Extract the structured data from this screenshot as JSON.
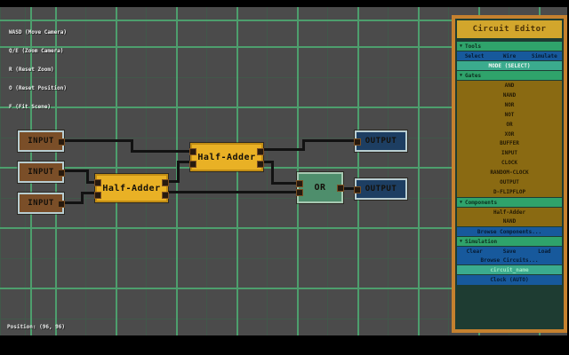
{
  "overlay": {
    "help_lines": [
      "WASD (Move Camera)",
      "Q/E (Zoom Camera)",
      "R (Reset Zoom)",
      "O (Reset Position)",
      "F (Fit Scene)"
    ],
    "position_label": "Position: (96, 96)"
  },
  "canvas": {
    "nodes": [
      {
        "id": "input-1",
        "type": "input",
        "label": "INPUT"
      },
      {
        "id": "input-2",
        "type": "input",
        "label": "INPUT"
      },
      {
        "id": "input-3",
        "type": "input",
        "label": "INPUT"
      },
      {
        "id": "half-adder-1",
        "type": "component",
        "label": "Half-Adder"
      },
      {
        "id": "half-adder-2",
        "type": "component",
        "label": "Half-Adder"
      },
      {
        "id": "or-1",
        "type": "gate",
        "label": "OR"
      },
      {
        "id": "output-1",
        "type": "output",
        "label": "OUTPUT"
      },
      {
        "id": "output-2",
        "type": "output",
        "label": "OUTPUT"
      }
    ]
  },
  "sidebar": {
    "title": "Circuit Editor",
    "collapse_glyph": "▼",
    "tools": {
      "header": "Tools",
      "buttons": [
        "Select",
        "Wire",
        "Simulate"
      ],
      "mode_label": "MODE (SELECT)"
    },
    "gates": {
      "header": "Gates",
      "items": [
        "AND",
        "NAND",
        "NOR",
        "NOT",
        "OR",
        "XOR",
        "BUFFER",
        "INPUT",
        "CLOCK",
        "RANDOM-CLOCK",
        "OUTPUT",
        "D-FLIPFLOP"
      ]
    },
    "components": {
      "header": "Components",
      "items": [
        "Half-Adder",
        "NAND"
      ],
      "browse_label": "Browse Components..."
    },
    "simulation": {
      "header": "Simulation",
      "buttons": [
        "Clear",
        "Save",
        "Load"
      ],
      "browse_label": "Browse Circuits...",
      "circuit_name_value": "circuit_name",
      "clock_label": "Clock (AUTO)"
    }
  },
  "colors": {
    "canvas_bg": "#4b4b4b",
    "grid_major": "#4d9e6d",
    "grid_minor": "#41584a",
    "wire": "#121212",
    "panel_border": "#c5812f",
    "panel_bg": "#1e3c32",
    "title_bg": "#d2a62c",
    "section_header_bg": "#2fa36b",
    "button_bg": "#17599c",
    "mode_bar_bg": "#3bab8e",
    "gates_bg": "#8a6a12",
    "node_input_bg": "#7a4e28",
    "node_half_adder_bg": "#e9b125",
    "node_or_bg": "#4e8e6c",
    "node_output_bg": "#1d3e62"
  }
}
